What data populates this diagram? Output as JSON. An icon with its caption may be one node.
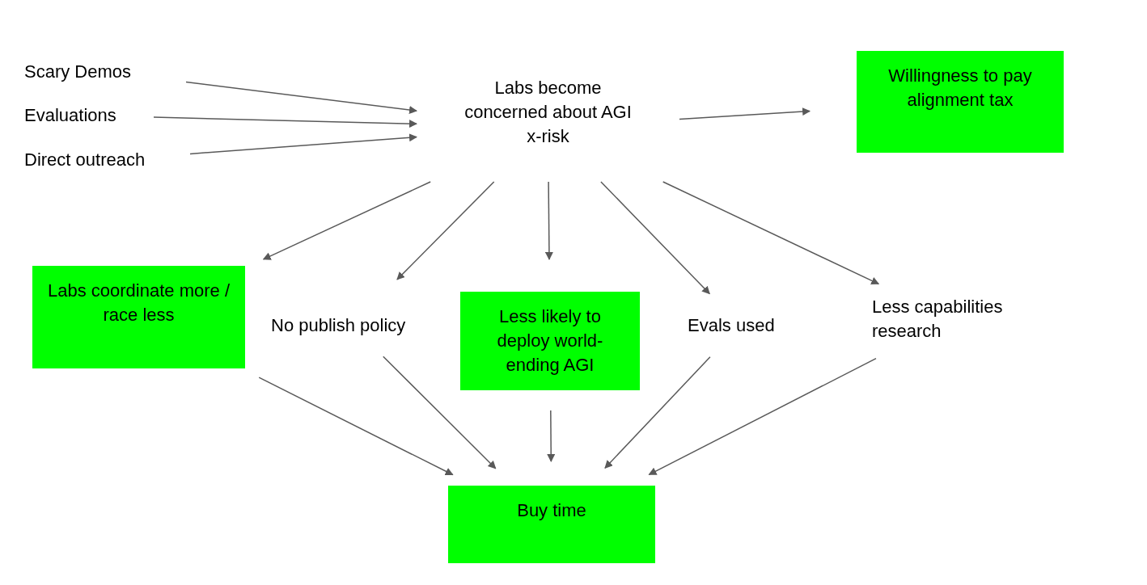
{
  "diagram": {
    "nodes": [
      {
        "text": [
          "Scary Demos"
        ]
      },
      {
        "text": [
          "Evaluations"
        ]
      },
      {
        "text": [
          "Direct outreach"
        ]
      },
      {
        "text": [
          "Labs become concerned about AGI x-risk"
        ]
      },
      {
        "text": [
          "Willingness to pay alignment tax"
        ]
      },
      {
        "text": [
          "Labs coordinate more / race less"
        ]
      },
      {
        "text": [
          "No publish policy"
        ]
      },
      {
        "text": [
          "Less likely to deploy world-ending AGI"
        ]
      },
      {
        "text": [
          "Evals used"
        ]
      },
      {
        "text": [
          "Less capabilities research"
        ]
      },
      {
        "text": [
          "Buy time"
        ]
      }
    ],
    "edges": [
      {
        "from": 0,
        "to": 3,
        "arrow": "to"
      },
      {
        "from": 1,
        "to": 3,
        "arrow": "to"
      },
      {
        "from": 2,
        "to": 3,
        "arrow": "to"
      },
      {
        "from": 3,
        "to": 4,
        "arrow": "to"
      },
      {
        "from": 3,
        "to": 5,
        "arrow": "to"
      },
      {
        "from": 3,
        "to": 6,
        "arrow": "to"
      },
      {
        "from": 3,
        "to": 7,
        "arrow": "to"
      },
      {
        "from": 3,
        "to": 8,
        "arrow": "to"
      },
      {
        "from": 3,
        "to": 9,
        "arrow": "to"
      },
      {
        "from": 5,
        "to": 10,
        "arrow": "to"
      },
      {
        "from": 6,
        "to": 10,
        "arrow": "to"
      },
      {
        "from": 7,
        "to": 10,
        "arrow": "to"
      },
      {
        "from": 8,
        "to": 10,
        "arrow": "to"
      },
      {
        "from": 9,
        "to": 10,
        "arrow": "to"
      }
    ]
  }
}
